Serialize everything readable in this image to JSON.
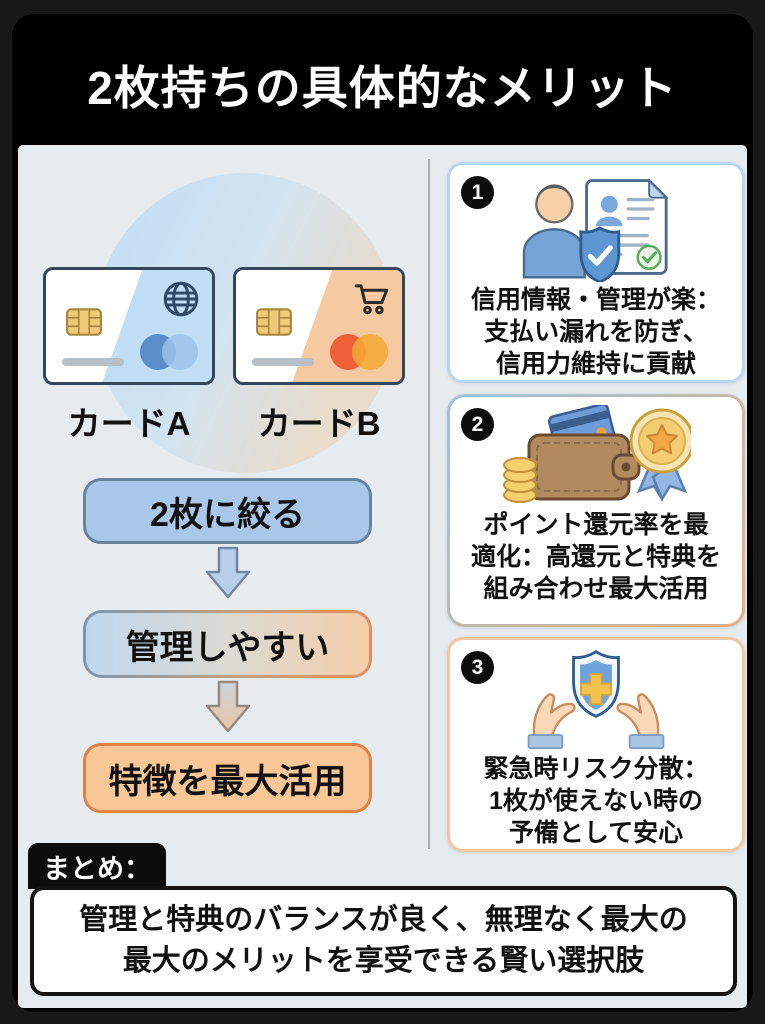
{
  "title": "2枚持ちの具体的なメリット",
  "left_column": {
    "card_a": {
      "label": "カードA",
      "icon": "globe-icon"
    },
    "card_b": {
      "label": "カードB",
      "icon": "shopping-cart-icon"
    },
    "flow": {
      "step1": "2枚に絞る",
      "step2": "管理しやすい",
      "step3": "特徴を最大活用"
    }
  },
  "merits": [
    {
      "number": "1",
      "icon": "person-shield-document-icon",
      "lines": [
        "信用情報・管理が楽：",
        "支払い漏れを防ぎ、",
        "信用力維持に貢献"
      ]
    },
    {
      "number": "2",
      "icon": "wallet-coins-medal-icon",
      "lines": [
        "ポイント還元率を最",
        "適化：高還元と特典を",
        "組み合わせ最大活用"
      ]
    },
    {
      "number": "3",
      "icon": "hands-shield-icon",
      "lines": [
        "緊急時リスク分散：",
        "1枚が使えない時の",
        "予備として安心"
      ]
    }
  ],
  "summary": {
    "label": "まとめ：",
    "lines": [
      "管理と特典のバランスが良く、無理なく最大の",
      "最大のメリットを享受できる賢い選択肢"
    ]
  },
  "colors": {
    "frame": "#000000",
    "panel": "#e6ebf0",
    "accent_blue": "#a9c8e9",
    "accent_orange": "#f9c795",
    "card_border_navy": "#33465c"
  }
}
